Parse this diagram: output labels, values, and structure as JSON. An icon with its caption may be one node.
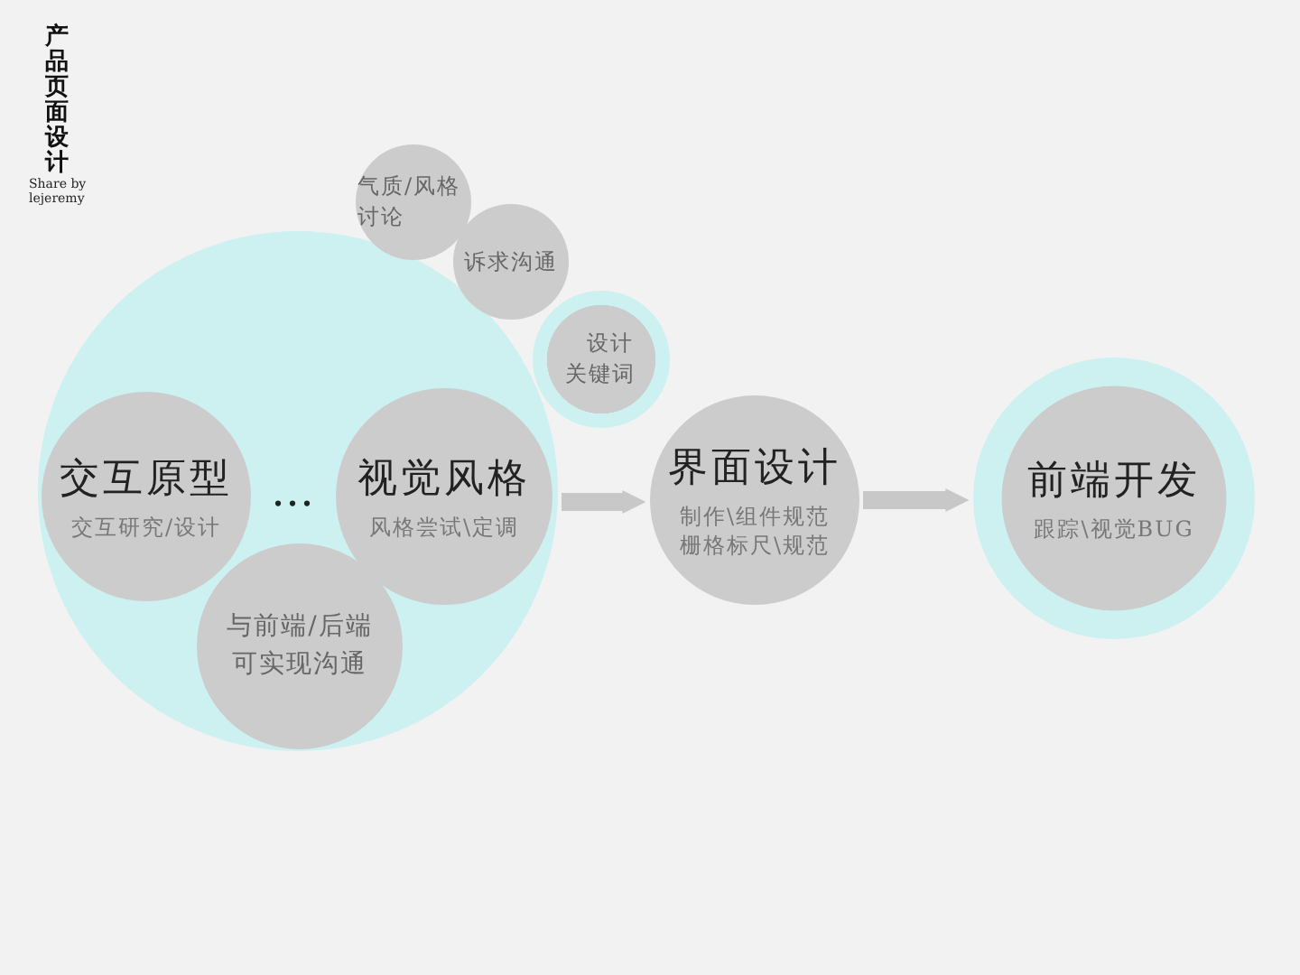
{
  "diagram": {
    "title": "产品页面设计",
    "nodes": [
      {
        "text": [],
        "shape": "circle"
      },
      {
        "text": [
          "交互原型",
          "交互研究/设计"
        ],
        "in": 0
      },
      {
        "text": [
          "视觉风格",
          "风格尝试\\定调"
        ],
        "in": 0
      },
      {
        "text": [
          "与前端/后端可实现沟通"
        ],
        "in": 0
      },
      {
        "text": [
          "气质/风格讨论"
        ]
      },
      {
        "text": [
          "诉求沟通"
        ]
      },
      {
        "text": [
          "设计关键词"
        ]
      },
      {
        "text": [
          "界面设计",
          "制作\\组件规范栅格标尺\\规范"
        ]
      },
      {
        "text": [
          "前端开发",
          "跟踪\\视觉BUG"
        ]
      }
    ],
    "edges": [
      {
        "from": 0,
        "to": 7,
        "arrow": "to"
      },
      {
        "from": 7,
        "to": 8,
        "arrow": "to"
      }
    ],
    "labels": [
      "…",
      "Share by lejeremy"
    ]
  }
}
